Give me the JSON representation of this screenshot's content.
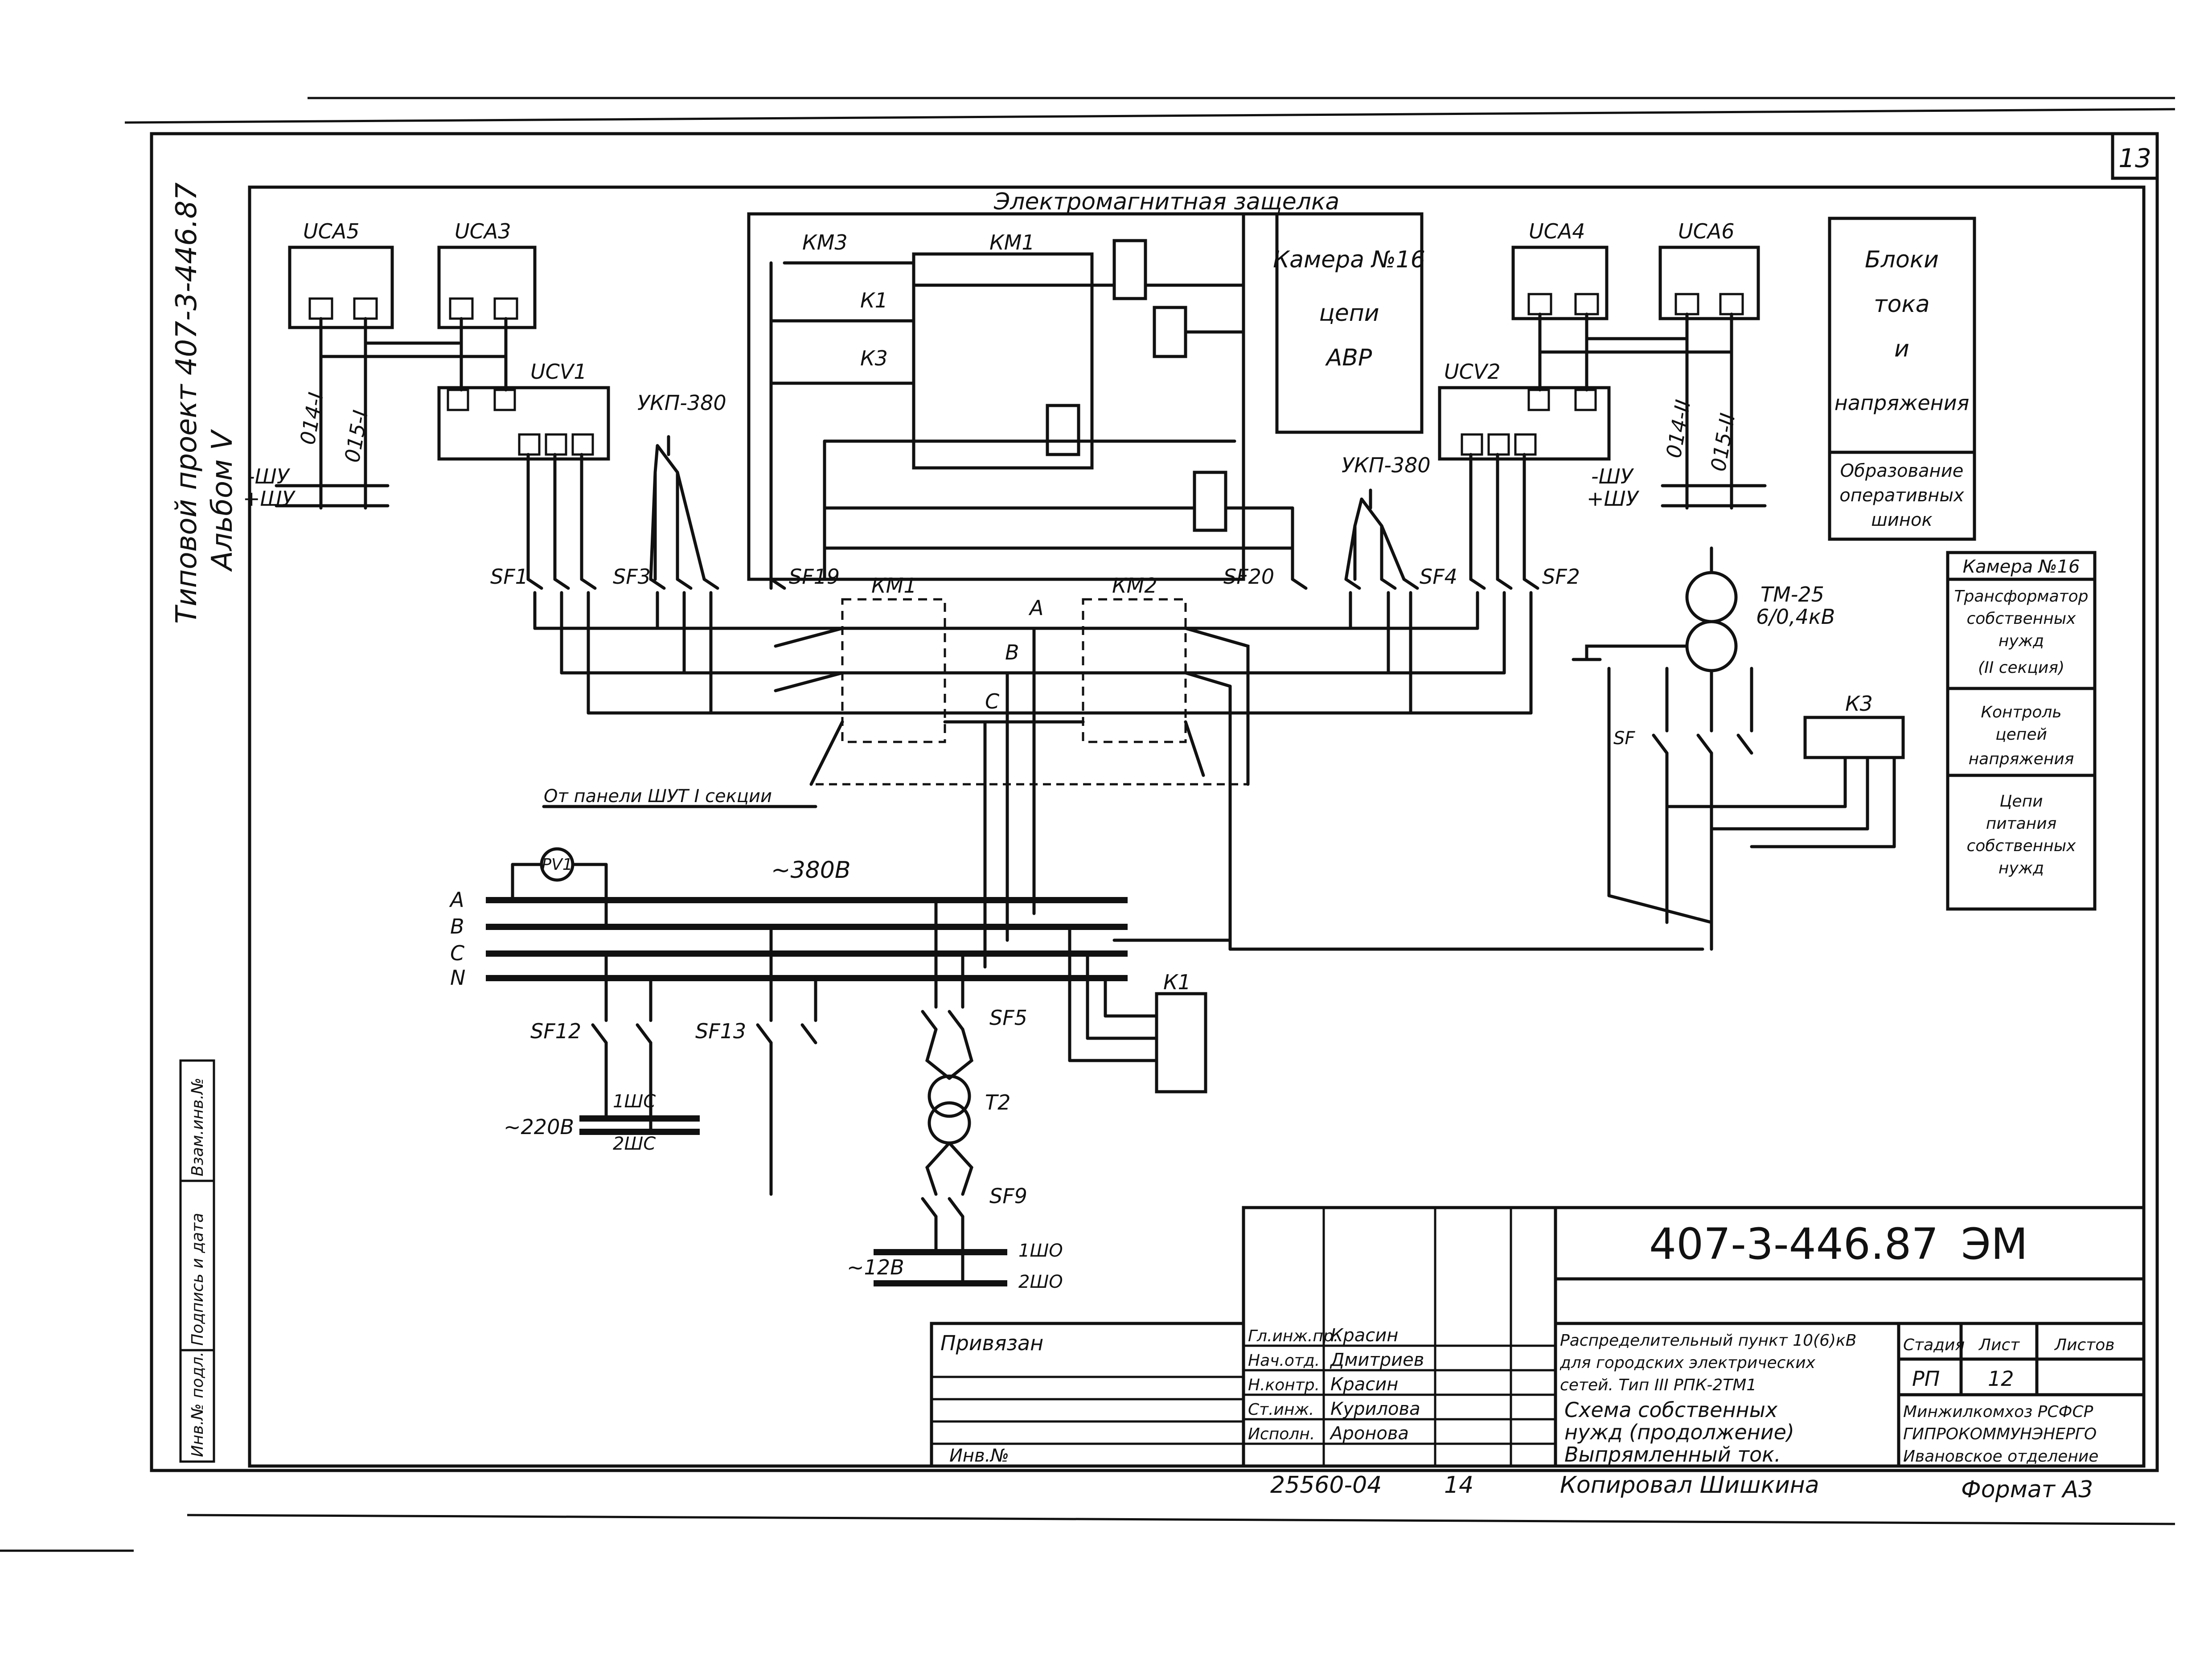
{
  "sheet": {
    "number": "13",
    "format": "Формат А3",
    "copied": "Копировал Шишкина",
    "inv_stamp": "25560-04",
    "inv_page": "14"
  },
  "side_title": {
    "line1": "Типовой проект 407-3-446.87",
    "line2": "Альбом V"
  },
  "side_stamps": [
    "Взам.инв.№",
    "Подпись и дата",
    "Инв.№ подл."
  ],
  "header_label": "Электромагнитная защелка",
  "blocks": {
    "uca5": "UCA5",
    "uca3": "UCA3",
    "uca4": "UCA4",
    "uca6": "UCA6",
    "ucv1": "UCV1",
    "ucv2": "UCV2",
    "km1_top": "КМ1",
    "km3_top": "КМ3",
    "k1": "К1",
    "k3": "К3",
    "camera16": [
      "Камера №16",
      "цепи",
      "АВР"
    ],
    "ukp_left": "УКП-380",
    "ukp_right": "УКП-380",
    "blocks_text": [
      "Блоки",
      "тока",
      "и",
      "напряжения"
    ],
    "blocks_sub": [
      "Образование",
      "оперативных",
      "шинок"
    ]
  },
  "left_supply": {
    "shu_minus": "-ШУ",
    "shu_plus": "+ШУ",
    "l014": "014-I",
    "l015": "015-I"
  },
  "right_supply": {
    "shu_minus": "-ШУ",
    "shu_plus": "+ШУ",
    "l014": "014-II",
    "l015": "015-II"
  },
  "switches": [
    "SF1",
    "SF3",
    "SF19",
    "SF20",
    "SF4",
    "SF2",
    "SF12",
    "SF13",
    "SF5",
    "SF9"
  ],
  "contactors": {
    "km1": "КМ1",
    "km2": "КМ2"
  },
  "phases": {
    "a": "А",
    "b": "В",
    "c": "С"
  },
  "bus_labels": [
    "A",
    "B",
    "C",
    "N"
  ],
  "voltage_380": "~380В",
  "voltage_220": "~220В",
  "voltage_12": "~12В",
  "from_panel": "От панели ШУТ I секции",
  "pv": "PV1",
  "bus_1shs": "1ШС",
  "bus_2shs": "2ШС",
  "bus_1shd": "1ШО",
  "bus_2shd": "2ШО",
  "t2": "Т2",
  "k1_bottom": "К1",
  "tm": {
    "name": "ТМ-25",
    "voltage": "6/0,4кВ",
    "k3": "К3",
    "sf": "SF"
  },
  "right_legend": [
    {
      "title": "Камера №16"
    },
    {
      "text": [
        "Трансформатор",
        "собственных",
        "нужд",
        "(II секция)"
      ]
    },
    {
      "text": [
        "Контроль",
        "цепей",
        "напряжения"
      ]
    },
    {
      "text": [
        "Цепи",
        "питания",
        "собственных",
        "нужд"
      ]
    }
  ],
  "title_block": {
    "code": "407-3-446.87",
    "mark": "ЭМ",
    "privyazan": "Привязан",
    "inv_no": "Инв.№",
    "project_name": [
      "Распределительный пункт 10(6)кВ",
      "для городских электрических",
      "сетей.  Тип III РПК-2ТМ1"
    ],
    "sheet_title": [
      "Схема собственных",
      "нужд (продолжение)",
      "Выпрямленный ток."
    ],
    "stage_label": "Стадия",
    "stage": "РП",
    "sheet_label": "Лист",
    "sheet_no": "12",
    "sheets_label": "Листов",
    "org": [
      "Минжилкомхоз РСФСР",
      "ГИПРОКОММУНЭНЕРГО",
      "Ивановское отделение"
    ],
    "staff": [
      {
        "role": "Гл.инж.пр.",
        "name": "Красин"
      },
      {
        "role": "Нач.отд.",
        "name": "Дмитриев"
      },
      {
        "role": "Н.контр.",
        "name": "Красин"
      },
      {
        "role": "Ст.инж.",
        "name": "Курилова"
      },
      {
        "role": "Исполн.",
        "name": "Аронова"
      }
    ]
  }
}
